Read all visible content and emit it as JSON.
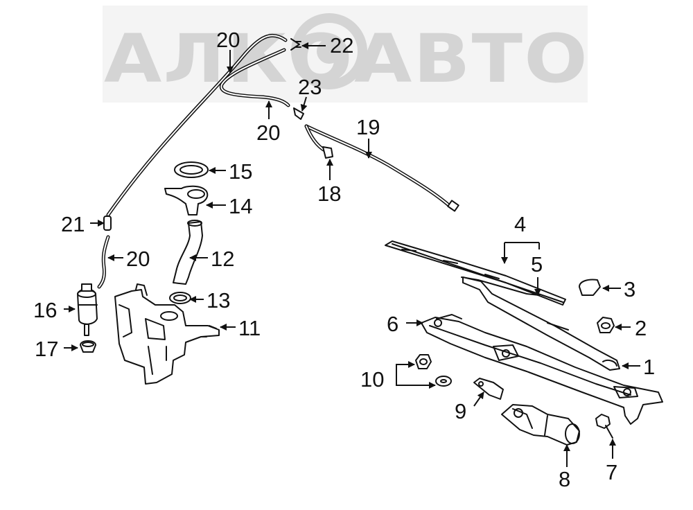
{
  "watermark": {
    "text": "АЛКОАВТО",
    "color": "#d4d4d4"
  },
  "callouts": {
    "c1": "1",
    "c2": "2",
    "c3": "3",
    "c4": "4",
    "c5": "5",
    "c6": "6",
    "c7": "7",
    "c8": "8",
    "c9": "9",
    "c10": "10",
    "c11": "11",
    "c12": "12",
    "c13": "13",
    "c14": "14",
    "c15": "15",
    "c16": "16",
    "c17": "17",
    "c18": "18",
    "c19": "19",
    "c20a": "20",
    "c20b": "20",
    "c20c": "20",
    "c21": "21",
    "c22": "22",
    "c23": "23"
  },
  "colors": {
    "line": "#111111",
    "background": "#ffffff"
  }
}
